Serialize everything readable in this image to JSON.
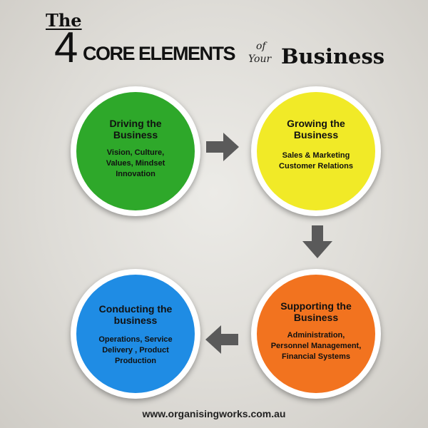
{
  "title": {
    "the": "The",
    "number": "4",
    "core_elements": "CORE ELEMENTS",
    "of": "of",
    "your": "Your",
    "business": "Business"
  },
  "colors": {
    "driving": "#2ea82a",
    "growing": "#f1ea27",
    "supporting": "#f2731f",
    "conducting": "#1f8ce4",
    "arrow": "#5a5a5a"
  },
  "nodes": {
    "driving": {
      "heading": "Driving  the Business",
      "lines": [
        "Vision, Culture,",
        "Values, Mindset",
        "Innovation"
      ]
    },
    "growing": {
      "heading": "Growing the Business",
      "lines": [
        "Sales & Marketing",
        "Customer Relations"
      ]
    },
    "supporting": {
      "heading": "Supporting the Business",
      "lines": [
        "Administration,",
        "Personnel Management,",
        "Financial Systems"
      ]
    },
    "conducting": {
      "heading": "Conducting the business",
      "lines": [
        "Operations, Service",
        "Delivery , Product",
        "Production"
      ]
    }
  },
  "footer": "www.organisingworks.com.au"
}
